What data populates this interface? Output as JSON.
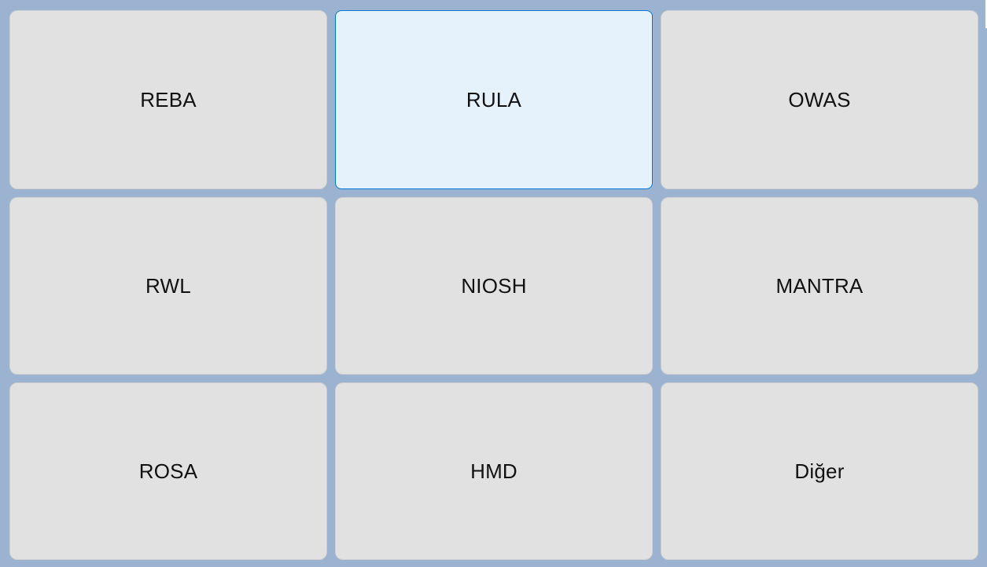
{
  "menu": {
    "selected_index": 1,
    "buttons": [
      {
        "label": "REBA"
      },
      {
        "label": "RULA"
      },
      {
        "label": "OWAS"
      },
      {
        "label": "RWL"
      },
      {
        "label": "NIOSH"
      },
      {
        "label": "MANTRA"
      },
      {
        "label": "ROSA"
      },
      {
        "label": "HMD"
      },
      {
        "label": "Diğer"
      }
    ]
  },
  "colors": {
    "background": "#9bb3d1",
    "tile": "#e1e1e1",
    "tile_selected": "#e5f1fb",
    "tile_selected_border": "#0078d7"
  }
}
